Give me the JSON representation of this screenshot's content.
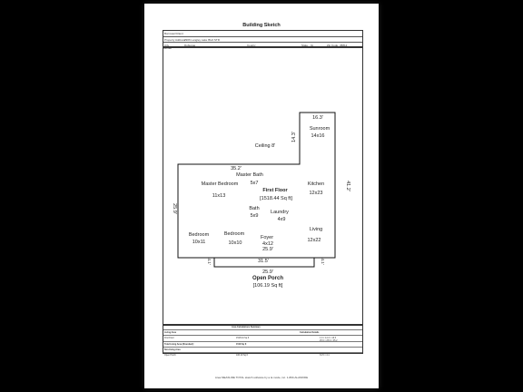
{
  "document": {
    "title": "Building Sketch",
    "footer": "Area MEASURE  TOTAL sketch software by a la mode, inc. 1-800-ALAMODE"
  },
  "header": {
    "borrower_label": "Borrower/Client",
    "property_label": "Property Address",
    "property_value": "2906 Langley Lake Blvd  STR",
    "city_label": "City",
    "city_value": "Dubuque",
    "county_label": "County",
    "state_label": "State",
    "state_value": "IA",
    "zip_label": "Zip Code",
    "zip_value": "45812",
    "lender_label": "Lender"
  },
  "sketch": {
    "box_label": "",
    "rooms": {
      "sunroom": "Sunroom",
      "sunroom_size": "14x16",
      "ceiling": "Ceiling 8'",
      "master_bath": "Master Bath",
      "master_bath_size": "5x7",
      "master_bedroom": "Master Bedroom",
      "master_bedroom_size": "11x13",
      "first_floor": "First Floor",
      "first_floor_area": "[1518.44 Sq ft]",
      "kitchen": "Kitchen",
      "kitchen_size": "12x23",
      "bath": "Bath",
      "bath_size": "5x9",
      "laundry": "Laundry",
      "laundry_size": "4x9",
      "living": "Living",
      "living_size": "12x22",
      "bedroom1": "Bedroom",
      "bedroom1_size": "10x11",
      "bedroom2": "Bedroom",
      "bedroom2_size": "10x10",
      "foyer": "Foyer",
      "foyer_size": "4x12",
      "open_porch": "Open Porch",
      "open_porch_area": "[106.19 Sq ft]"
    },
    "dims": {
      "top_right": "16.3'",
      "right_notch": "14.3'",
      "top_left": "35.2'",
      "right_side": "41.2'",
      "left_side": "25.9'",
      "bottom_house": "25.9'",
      "porch_top": "31.5'",
      "porch_bottom": "25.9'",
      "porch_left": "4.1'",
      "porch_right": "4.1'"
    }
  },
  "summary": {
    "title": "Area Calculations Summary",
    "col_living": "Living Area",
    "col_calc": "Calculation Details",
    "row1_label": "First Floor",
    "row1_value": "1518.44 Sq ft",
    "row1_calc_a": "1.0 × 14.3 × 16.3",
    "row1_calc_b": "25.9 × 25.9 × 35.2",
    "row2_label": "Total Living Area (Rounded):",
    "row2_value": "1518 Sq ft",
    "row3_label": "Non-living Area",
    "row4_label": "Open Porch",
    "row4_value": "106.19 Sq ft",
    "row4_calc": "31.5 × 4.1"
  }
}
